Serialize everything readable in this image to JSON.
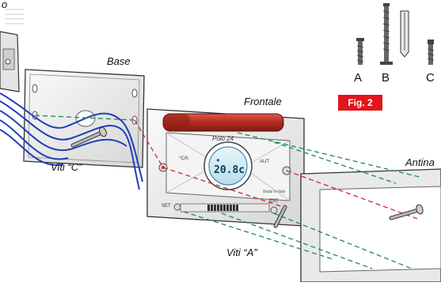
{
  "labels": {
    "top_left_fragment": "o",
    "base": "Base",
    "frontale": "Frontale",
    "antina": "Antina",
    "viti_c": "Viti “C”",
    "viti_a": "Viti “A”"
  },
  "device": {
    "brand": "Polo 24",
    "display_value": "20.8c",
    "drop_icon": "water-drop-icon",
    "left_key": "°C/h",
    "right_key": "AUT",
    "set_key": "SET",
    "est_key": "EST",
    "made_in": "Made in Italy"
  },
  "legend": {
    "letters": [
      "A",
      "B",
      "C"
    ],
    "figure_label": "Fig. 2"
  },
  "colors": {
    "wire": "#1f3fb8",
    "dash_green": "#1e8a4a",
    "dash_red": "#d8232a",
    "fig_tag": "#e3141b",
    "battery": "#c0392b"
  }
}
